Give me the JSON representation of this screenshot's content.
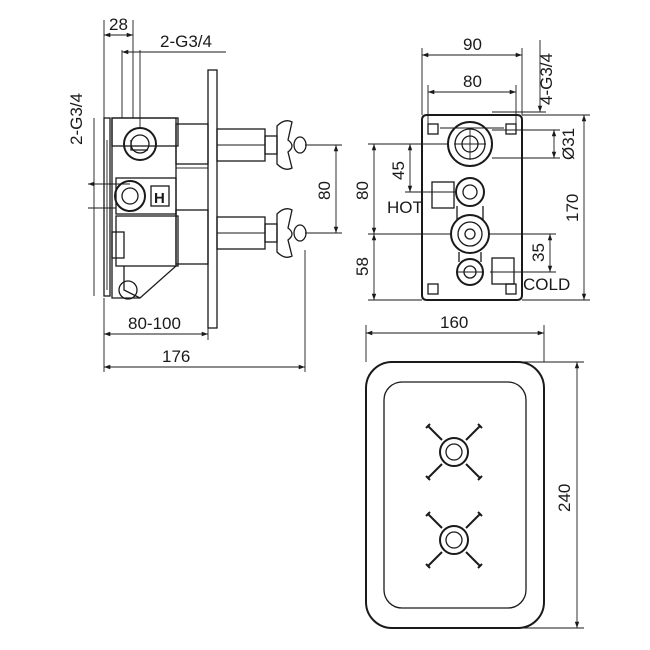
{
  "labels": {
    "side_top_width": "28",
    "side_top_thread": "2-G3/4",
    "side_left_thread": "2-G3/4",
    "side_height": "80",
    "side_depth_range": "80-100",
    "side_total_depth": "176",
    "hot_marker": "H",
    "front_width_outer": "90",
    "front_width_inner": "80",
    "front_thread": "4-G3/4",
    "front_diameter": "Ø31",
    "front_height_80": "80",
    "front_height_45": "45",
    "front_height_170": "170",
    "front_height_35": "35",
    "front_height_58": "58",
    "hot_label": "HOT",
    "cold_label": "COLD",
    "plate_width": "160",
    "plate_height": "240"
  }
}
